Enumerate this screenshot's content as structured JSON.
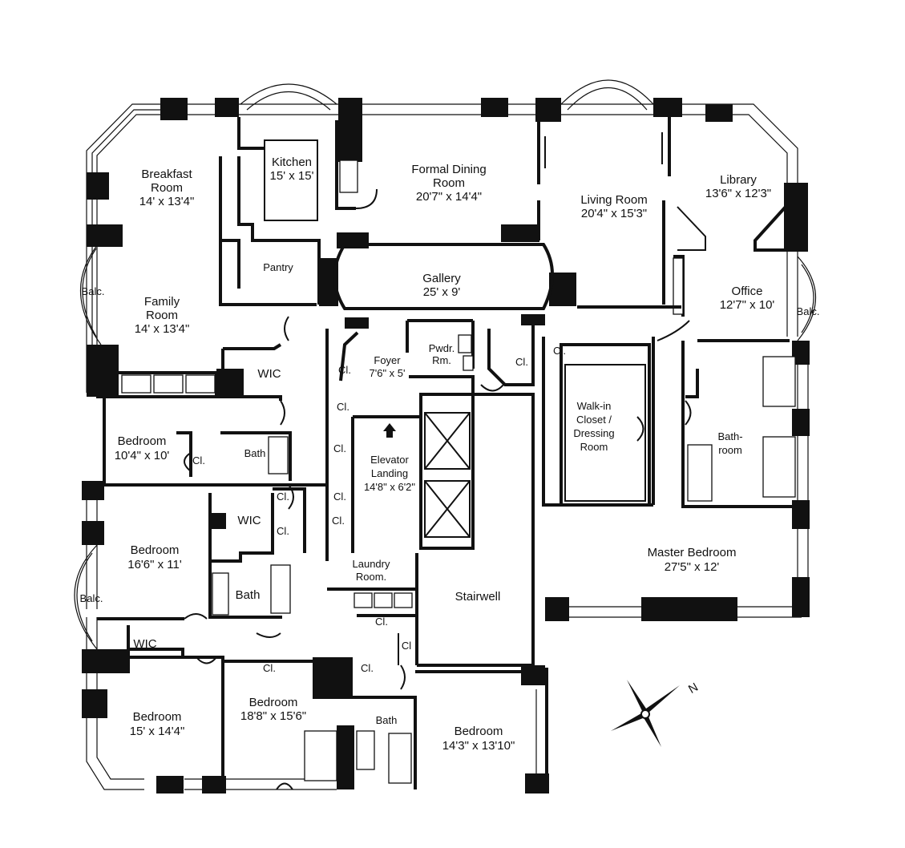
{
  "plan": {
    "rooms": [
      {
        "key": "breakfast",
        "lines": [
          "Breakfast",
          "Room",
          "14' x 13'4\""
        ]
      },
      {
        "key": "kitchen",
        "lines": [
          "Kitchen",
          "15' x 15'"
        ]
      },
      {
        "key": "dining",
        "lines": [
          "Formal Dining",
          "Room",
          "20'7\" x 14'4\""
        ]
      },
      {
        "key": "living",
        "lines": [
          "Living Room",
          "20'4\" x 15'3\""
        ]
      },
      {
        "key": "library",
        "lines": [
          "Library",
          "13'6\" x 12'3\""
        ]
      },
      {
        "key": "pantry",
        "lines": [
          "Pantry"
        ]
      },
      {
        "key": "gallery",
        "lines": [
          "Gallery",
          "25' x 9'"
        ]
      },
      {
        "key": "office",
        "lines": [
          "Office",
          "12'7\" x 10'"
        ]
      },
      {
        "key": "family",
        "lines": [
          "Family",
          "Room",
          "14' x 13'4\""
        ]
      },
      {
        "key": "balc-left-top",
        "lines": [
          "Balc."
        ]
      },
      {
        "key": "balc-right",
        "lines": [
          "Balc."
        ]
      },
      {
        "key": "balc-left-bottom",
        "lines": [
          "Balc."
        ]
      },
      {
        "key": "wic-1",
        "lines": [
          "WIC"
        ]
      },
      {
        "key": "foyer",
        "lines": [
          "Foyer",
          "7'6\" x 5'"
        ]
      },
      {
        "key": "powder",
        "lines": [
          "Pwdr.",
          "Rm."
        ]
      },
      {
        "key": "cl-foyer",
        "lines": [
          "Cl."
        ]
      },
      {
        "key": "cl-hall",
        "lines": [
          "Cl."
        ]
      },
      {
        "key": "cl-master-hall",
        "lines": [
          "Cl."
        ]
      },
      {
        "key": "cl-elevator-1",
        "lines": [
          "Cl."
        ]
      },
      {
        "key": "walkin",
        "lines": [
          "Walk-in",
          "Closet /",
          "Dressing",
          "Room"
        ]
      },
      {
        "key": "bathroom-master",
        "lines": [
          "Bath-",
          "room"
        ]
      },
      {
        "key": "bedroom-1",
        "lines": [
          "Bedroom",
          "10'4\" x 10'"
        ]
      },
      {
        "key": "cl-bed1",
        "lines": [
          "Cl."
        ]
      },
      {
        "key": "bath-1",
        "lines": [
          "Bath"
        ]
      },
      {
        "key": "cl-elevator-2",
        "lines": [
          "Cl."
        ]
      },
      {
        "key": "elevator",
        "lines": [
          "Elevator",
          "Landing",
          "14'8\" x 6'2\""
        ]
      },
      {
        "key": "cl-a",
        "lines": [
          "Cl."
        ]
      },
      {
        "key": "cl-b",
        "lines": [
          "Cl."
        ]
      },
      {
        "key": "cl-c",
        "lines": [
          "Cl."
        ]
      },
      {
        "key": "cl-d",
        "lines": [
          "Cl."
        ]
      },
      {
        "key": "wic-2",
        "lines": [
          "WIC"
        ]
      },
      {
        "key": "bedroom-2",
        "lines": [
          "Bedroom",
          "16'6\" x 11'"
        ]
      },
      {
        "key": "master",
        "lines": [
          "Master Bedroom",
          "27'5\" x 12'"
        ]
      },
      {
        "key": "laundry",
        "lines": [
          "Laundry",
          "Room."
        ]
      },
      {
        "key": "bath-2",
        "lines": [
          "Bath"
        ]
      },
      {
        "key": "stairwell",
        "lines": [
          "Stairwell"
        ]
      },
      {
        "key": "cl-laundry-1",
        "lines": [
          "Cl."
        ]
      },
      {
        "key": "cl-laundry-2",
        "lines": [
          "Cl"
        ]
      },
      {
        "key": "wic-3",
        "lines": [
          "WIC"
        ]
      },
      {
        "key": "cl-bed4",
        "lines": [
          "Cl."
        ]
      },
      {
        "key": "cl-bed5",
        "lines": [
          "Cl."
        ]
      },
      {
        "key": "bedroom-4",
        "lines": [
          "Bedroom",
          "18'8\" x 15'6\""
        ]
      },
      {
        "key": "bath-3",
        "lines": [
          "Bath"
        ]
      },
      {
        "key": "bedroom-3",
        "lines": [
          "Bedroom",
          "15' x 14'4\""
        ]
      },
      {
        "key": "bedroom-5",
        "lines": [
          "Bedroom",
          "14'3\" x 13'10\""
        ]
      }
    ],
    "compass": {
      "label": "N"
    }
  }
}
